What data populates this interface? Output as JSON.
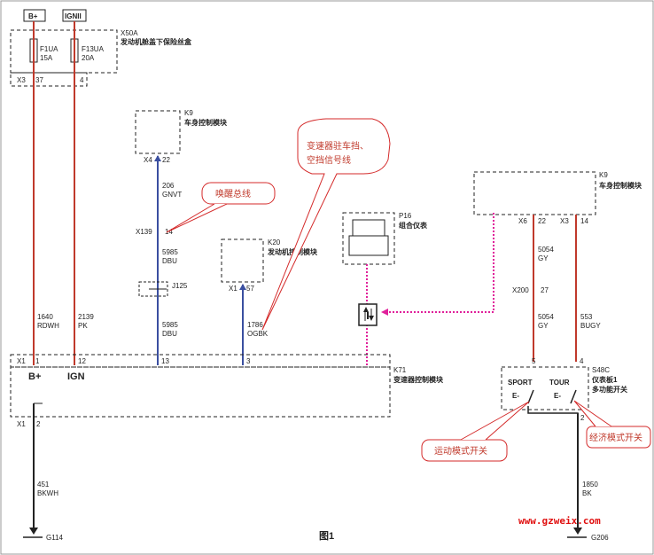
{
  "top_labels": {
    "bplus": "B+",
    "ign": "IGNII"
  },
  "fusebox": {
    "id": "X50A",
    "title": "发动机舱盖下保险丝盒",
    "fuse1": {
      "name": "F1UA",
      "rating": "15A"
    },
    "fuse2": {
      "name": "F13UA",
      "rating": "20A"
    },
    "connector": "X3",
    "pin1": "37",
    "pin2": "4"
  },
  "k9_top": {
    "id": "K9",
    "title": "车身控制模块",
    "connector": "X4",
    "pin": "22"
  },
  "wire_gnvt": {
    "num": "206",
    "color": "GNVT"
  },
  "x139": {
    "connector": "X139",
    "pin": "14"
  },
  "wire_dbu1": {
    "num": "5985",
    "color": "DBU"
  },
  "j125": "J125",
  "wire_dbu2": {
    "num": "5985",
    "color": "DBU"
  },
  "k20": {
    "id": "K20",
    "title": "发动机控制模块",
    "connector": "X1",
    "pin": "57"
  },
  "wire_ogbk": {
    "num": "1786",
    "color": "OGBK"
  },
  "p16": {
    "id": "P16",
    "title": "组合仪表"
  },
  "k9_right": {
    "id": "K9",
    "title": "车身控制模块",
    "connector1": "X6",
    "pin1": "22",
    "connector2": "X3",
    "pin2": "14"
  },
  "wire_gy1": {
    "num": "5054",
    "color": "GY"
  },
  "x200": {
    "connector": "X200",
    "pin": "27"
  },
  "wire_gy2": {
    "num": "5054",
    "color": "GY"
  },
  "wire_bugy": {
    "num": "553",
    "color": "BUGY"
  },
  "wire_rdwh": {
    "num": "1640",
    "color": "RDWH"
  },
  "wire_pk": {
    "num": "2139",
    "color": "PK"
  },
  "k71": {
    "id": "K71",
    "title": "变速器控制模块",
    "connector": "X1",
    "pins": [
      "1",
      "12",
      "13",
      "3"
    ],
    "label_bplus": "B+",
    "label_ign": "IGN",
    "gnd_connector": "X1",
    "gnd_pin": "2"
  },
  "s48c": {
    "id": "S48C",
    "title1": "仪表板1",
    "title2": "多功能开关",
    "sport": "SPORT",
    "tour": "TOUR",
    "pin_sport": "5",
    "pin_tour": "4",
    "pin_gnd": "2"
  },
  "wire_bkwh": {
    "num": "451",
    "color": "BKWH"
  },
  "wire_bk": {
    "num": "1850",
    "color": "BK"
  },
  "ground_left": "G114",
  "ground_right": "G206",
  "figure_caption": "图1",
  "watermark": "www.gzweix.com",
  "callouts": {
    "wake_bus": "唤醒总线",
    "park_neutral_1": "变速器驻车挡、",
    "park_neutral_2": "空挡信号线",
    "sport_switch": "运动模式开关",
    "eco_switch": "经济模式开关"
  },
  "colors": {
    "red_wire": "#c0392b",
    "blue_wire": "#3a4fa0",
    "magenta_wire": "#e0209a",
    "black_wire": "#222222",
    "callout": "#d42a2a"
  }
}
